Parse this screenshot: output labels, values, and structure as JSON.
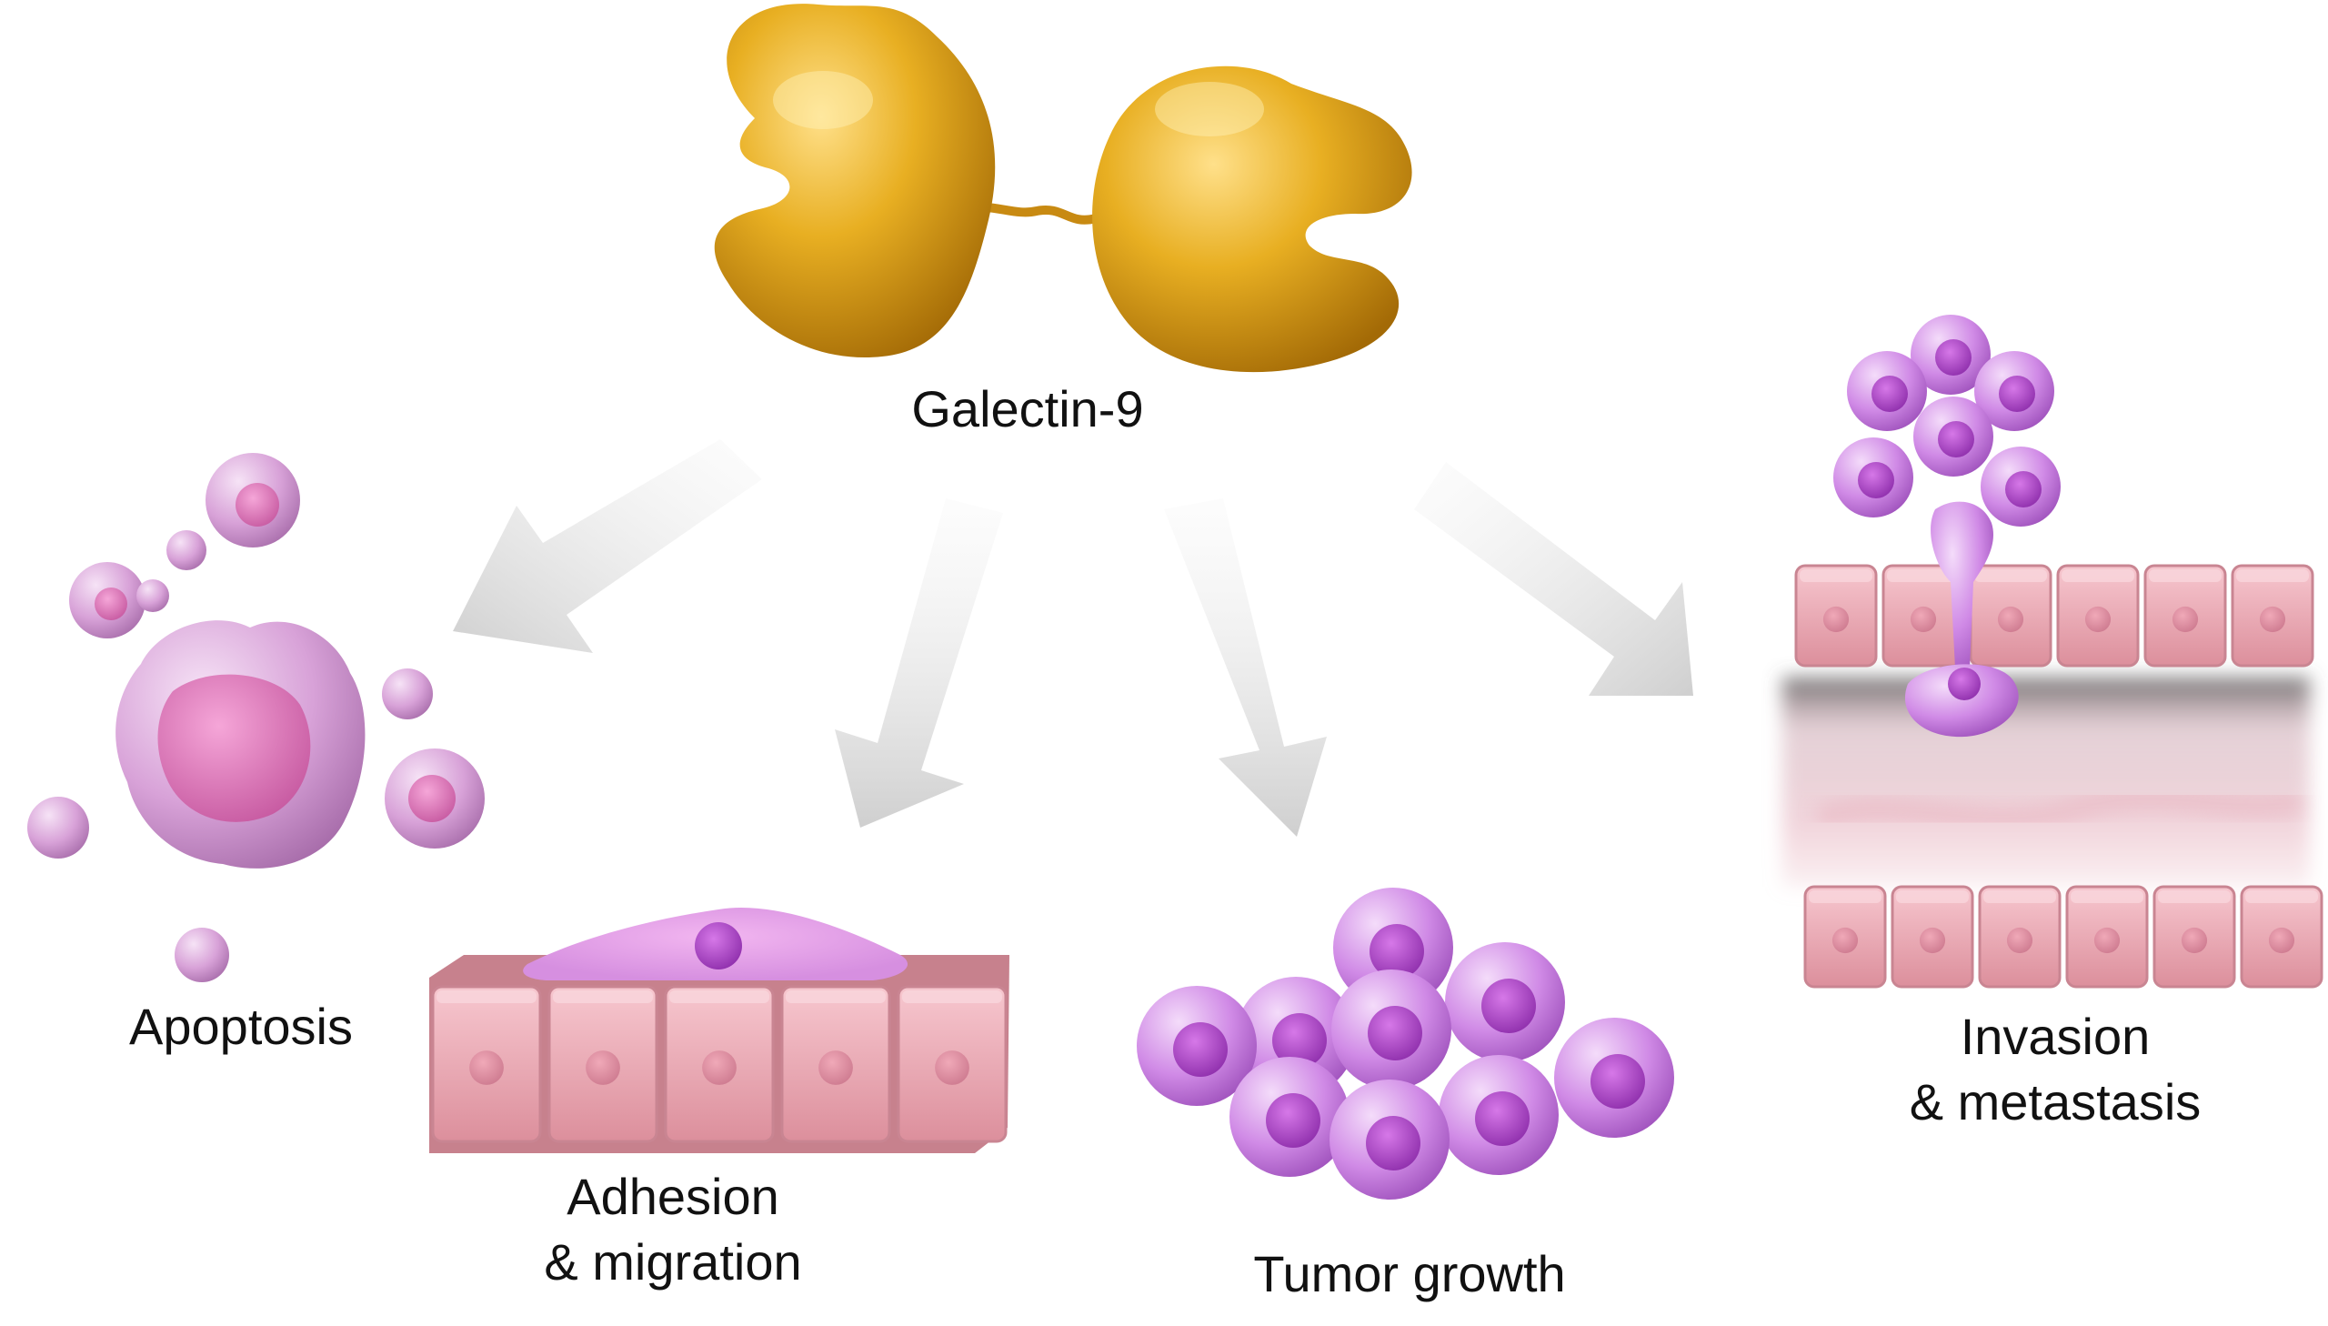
{
  "labels": {
    "galectin": "Galectin-9",
    "apoptosis": "Apoptosis",
    "adhesion_line1": "Adhesion",
    "adhesion_line2": "& migration",
    "tumor": "Tumor growth",
    "invasion_line1": "Invasion",
    "invasion_line2": "& metastasis"
  },
  "colors": {
    "protein": "#e0a81c",
    "protein_dark": "#a87008",
    "cell_light": "#d9a8dc",
    "cell_violet": "#c77ae0",
    "nucleus": "#a23cc0",
    "tissue": "#eaa3ae",
    "tissue_nucleus": "#d98a9a",
    "arrow": "#d9d9d9"
  }
}
